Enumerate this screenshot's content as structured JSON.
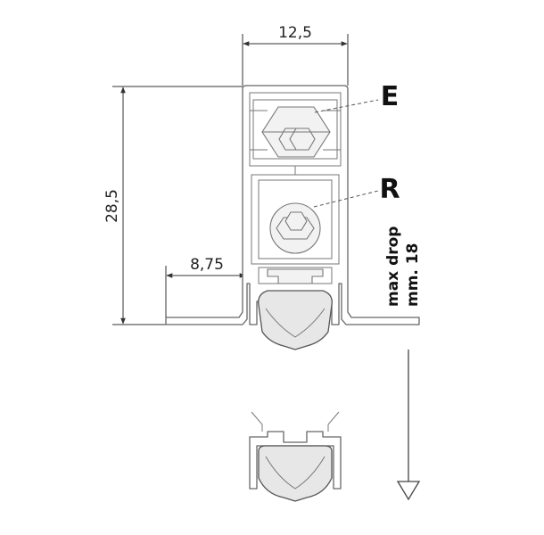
{
  "dimensions": {
    "width": "12,5",
    "height": "28,5",
    "flange": "8,75"
  },
  "callouts": {
    "upper": "E",
    "lower": "R"
  },
  "note": {
    "line1": "max drop",
    "line2": "mm. 18"
  }
}
